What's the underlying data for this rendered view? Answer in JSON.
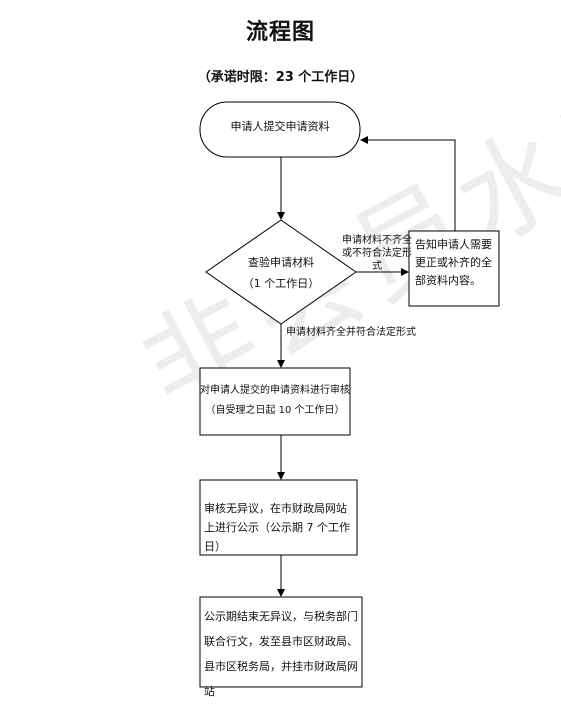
{
  "title": "流程图",
  "subtitle": "（承诺时限：23 个工作日）",
  "watermark": "非会员水印",
  "nodes": {
    "start": "申请人提交申请资料",
    "check": {
      "line1": "查验申请材料",
      "line2": "（1 个工作日）"
    },
    "notify": "告知申请人需要更正或补齐的全部资料内容。",
    "review": {
      "line1": "对申请人提交的申请资料进行审核",
      "line2": "（自受理之日起 10 个工作日）"
    },
    "publicize": "审核无异议，在市财政局网站上进行公示（公示期 7 个工作日）",
    "final": "公示期结束无异议，与税务部门联合行文，发至县市区财政局、县市区税务局，并挂市财政局网站"
  },
  "edge_labels": {
    "incomplete": "申请材料不齐全或不符合法定形式",
    "complete": "申请材料齐全并符合法定形式"
  }
}
